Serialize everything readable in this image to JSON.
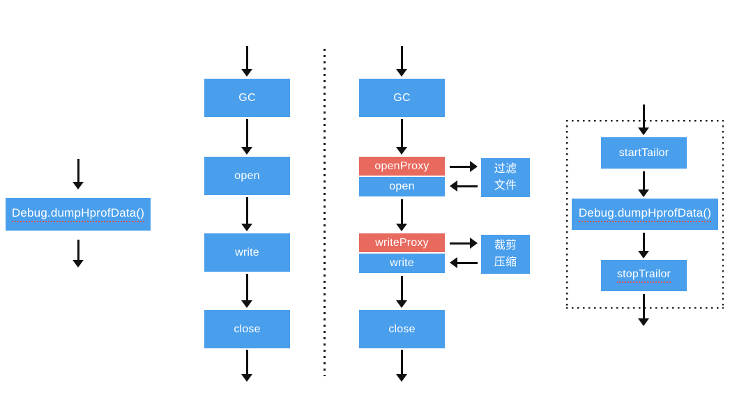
{
  "colors": {
    "node_blue": "#4A9FEC",
    "node_red": "#E8695E",
    "arrow_black": "#111111",
    "spellcheck_red": "#E0524B"
  },
  "left_flow": {
    "dump_label": "Debug.dumpHprofData()"
  },
  "plain_flow": {
    "steps": [
      "GC",
      "open",
      "write",
      "close"
    ]
  },
  "proxy_flow": {
    "gc_label": "GC",
    "open_proxy_label": "openProxy",
    "open_label": "open",
    "filter_note": {
      "line1": "过滤",
      "line2": "文件"
    },
    "write_proxy_label": "writeProxy",
    "write_label": "write",
    "compress_note": {
      "line1": "裁剪",
      "line2": "压缩"
    },
    "close_label": "close"
  },
  "tailor_flow": {
    "start_label": "startTailor",
    "dump_label": "Debug.dumpHprofData()",
    "stop_label": "stopTrailor"
  }
}
